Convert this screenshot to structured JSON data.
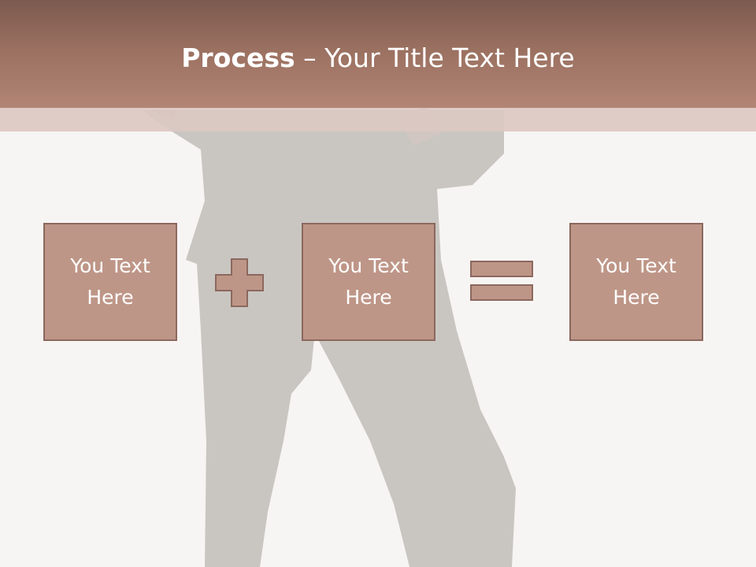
{
  "slide": {
    "title_bold": "Process",
    "title_rest": " – Your Title Text Here"
  },
  "process": {
    "boxes": [
      {
        "label": "You Text\nHere"
      },
      {
        "label": "You Text\nHere"
      },
      {
        "label": "You Text\nHere"
      }
    ],
    "operators": [
      "plus-icon",
      "equals-icon"
    ]
  },
  "colors": {
    "header_top": "#7c5a4f",
    "header_bottom": "#b28575",
    "box_fill": "#be9687",
    "box_border": "#8b685e",
    "background": "#f7f5f3"
  }
}
